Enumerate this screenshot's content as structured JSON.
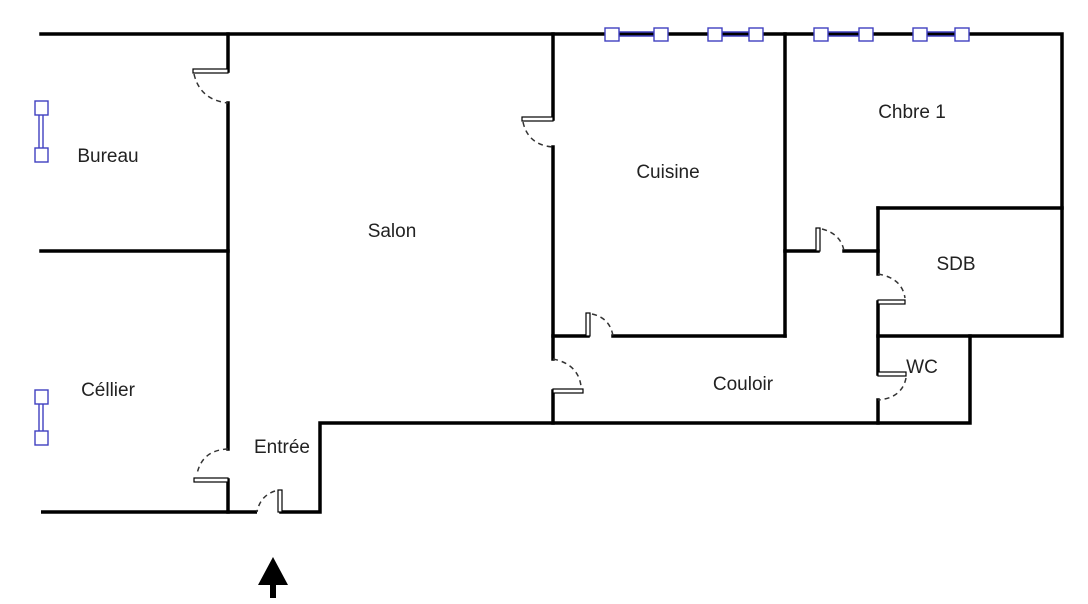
{
  "plan": {
    "rooms": {
      "bureau": "Bureau",
      "salon": "Salon",
      "cuisine": "Cuisine",
      "chambre": "Chbre 1",
      "sdb": "SDB",
      "wc": "WC",
      "couloir": "Couloir",
      "cellier": "Céllier",
      "entree": "Entrée"
    },
    "colors": {
      "wall": "#000000",
      "window": "#4040c0"
    },
    "entrance_icon": "arrow-up-icon"
  }
}
